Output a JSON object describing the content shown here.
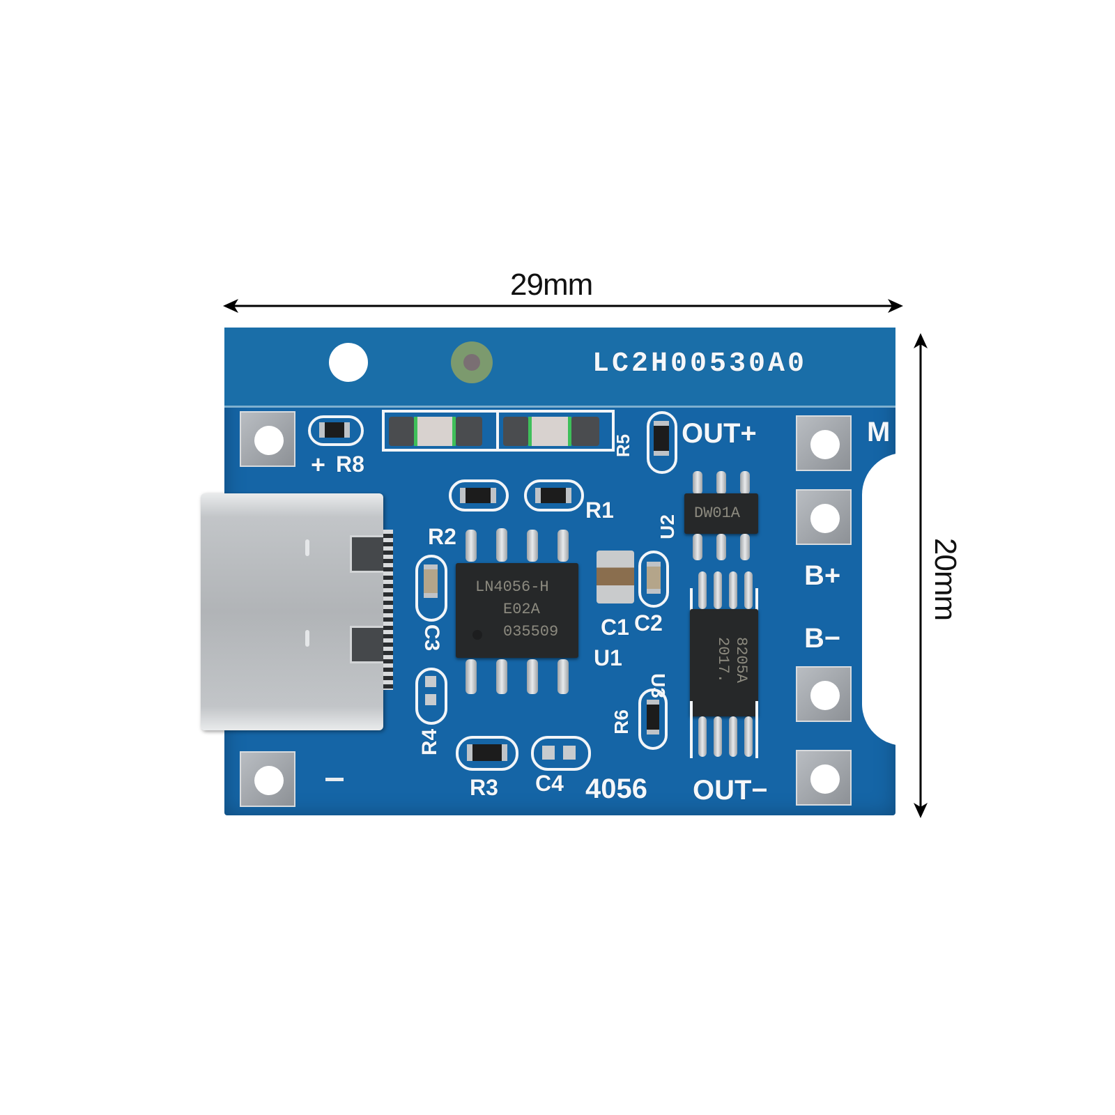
{
  "dimensions": {
    "width_label": "29mm",
    "height_label": "20mm"
  },
  "board": {
    "part_number": "LC2H00530A0",
    "model_label": "4056",
    "color": "#1565a6",
    "silkscreen_color": "#f4f7fa"
  },
  "connector_labels": {
    "out_plus": "OUT+",
    "out_minus": "OUT−",
    "b_plus": "B+",
    "b_minus": "B−",
    "m": "M",
    "plus": "+"
  },
  "component_labels": {
    "r1": "R1",
    "r2": "R2",
    "r3": "R3",
    "r4": "R4",
    "r5": "R5",
    "r6": "R6",
    "r8": "R8",
    "c1": "C1",
    "c2": "C2",
    "c3": "C3",
    "c4": "C4",
    "u1": "U1",
    "u2": "U2",
    "u3": "U3"
  },
  "chips": {
    "u1": {
      "line1": "LN4056-H",
      "line2": "E02A",
      "line3": "035509"
    },
    "u2": {
      "line1": "DW01A"
    },
    "u3": {
      "line1": "8205A",
      "line2": "2017."
    }
  }
}
